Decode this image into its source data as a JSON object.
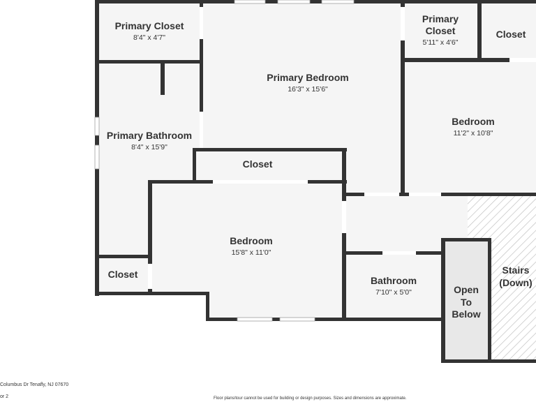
{
  "plan": {
    "colors": {
      "wall": "#333333",
      "floor": "#f5f5f5",
      "window": "#ffffff",
      "stair_hatch": "#bdbdbd",
      "open_below": "#e8e8e8"
    },
    "rooms": {
      "primary_closet_left": {
        "name": "Primary Closet",
        "dims": "8'4\" x 4'7\""
      },
      "primary_bedroom": {
        "name": "Primary Bedroom",
        "dims": "16'3\" x 15'6\""
      },
      "primary_closet_right": {
        "name_line1": "Primary",
        "name_line2": "Closet",
        "dims": "5'11\" x 4'6\""
      },
      "closet_top_right": {
        "name": "Closet"
      },
      "bedroom_right": {
        "name": "Bedroom",
        "dims": "11'2\" x 10'8\""
      },
      "primary_bathroom": {
        "name": "Primary Bathroom",
        "dims": "8'4\" x 15'9\""
      },
      "closet_middle": {
        "name": "Closet"
      },
      "bedroom_center": {
        "name": "Bedroom",
        "dims": "15'8\" x 11'0\""
      },
      "closet_bottom_left": {
        "name": "Closet"
      },
      "bathroom": {
        "name": "Bathroom",
        "dims": "7'10\" x 5'0\""
      },
      "open_to_below": {
        "line1": "Open",
        "line2": "To",
        "line3": "Below"
      },
      "stairs": {
        "line1": "Stairs",
        "line2": "(Down)"
      }
    }
  },
  "footer": {
    "address": "Columbus Dr Tenafly, NJ 07670",
    "floor": "or 2",
    "disclaimer": "Floor plans/tour cannot be used for building or design purposes. Sizes and dimensions are approximate."
  }
}
